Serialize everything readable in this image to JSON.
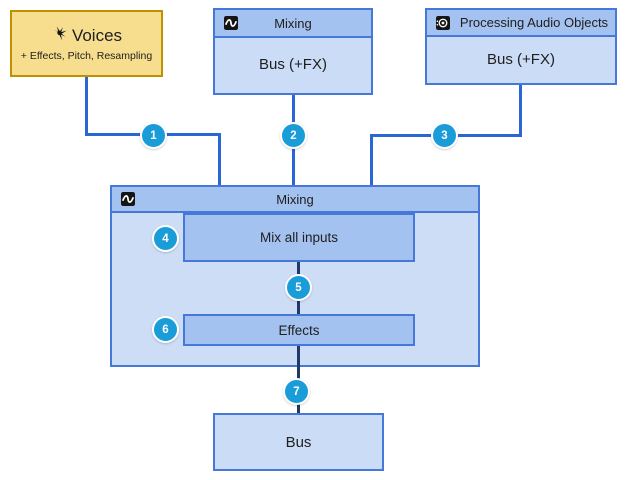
{
  "nodes": {
    "voices": {
      "title": "Voices",
      "subtitle": "+ Effects, Pitch, Resampling",
      "icon": "voice-icon"
    },
    "mixing_small": {
      "header": "Mixing",
      "body": "Bus (+FX)",
      "icon": "audio-bus-icon"
    },
    "processing_audio_objects": {
      "header": "Processing Audio Objects",
      "body": "Bus (+FX)",
      "icon": "audio-object-icon"
    },
    "mixing_main": {
      "header": "Mixing",
      "icon": "audio-bus-icon",
      "mix_all_inputs": "Mix all inputs",
      "effects": "Effects"
    },
    "bus": {
      "label": "Bus"
    }
  },
  "steps": [
    "1",
    "2",
    "3",
    "4",
    "5",
    "6",
    "7"
  ],
  "colors": {
    "gold_fill": "#F7DE8E",
    "gold_border": "#BF9000",
    "blue_border": "#4678D9",
    "header_fill": "#A4C2F0",
    "body_fill": "#CBDCF7",
    "container_fill": "#CEDDF6",
    "connector_blue": "#2A67D5",
    "connector_dark": "#1F3A66",
    "marker_fill": "#1A9CD8"
  }
}
